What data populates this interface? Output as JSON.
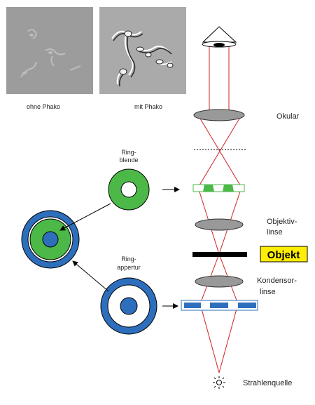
{
  "photos": {
    "left_caption": "ohne Phako",
    "right_caption": "mit Phako"
  },
  "ring_stop": {
    "label_line1": "Ring-",
    "label_line2": "blende"
  },
  "ring_aperture": {
    "label_line1": "Ring-",
    "label_line2": "appertur"
  },
  "optics": {
    "ocular": "Okular",
    "objective_line1": "Objektiv-",
    "objective_line2": "linse",
    "object": "Objekt",
    "condenser_line1": "Kondensor-",
    "condenser_line2": "linse",
    "light_source": "Strahlenquelle"
  },
  "colors": {
    "ray": "#cc2222",
    "ring_green": "#4cb848",
    "ring_blue": "#2e6fbd",
    "object_highlight": "#ffee00",
    "lens_gray": "#999999"
  }
}
